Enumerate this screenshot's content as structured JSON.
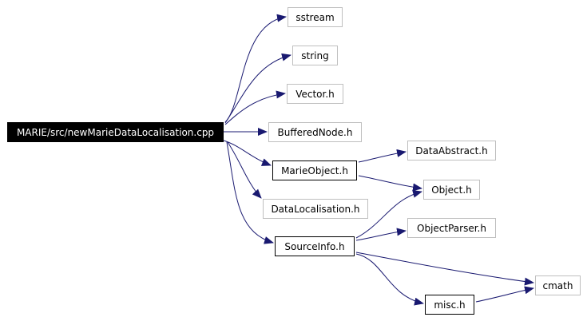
{
  "nodes": {
    "root": "MARIE/src/newMarieDataLocalisation.cpp",
    "sstream": "sstream",
    "string": "string",
    "vector_h": "Vector.h",
    "bufferednode_h": "BufferedNode.h",
    "marieobject_h": "MarieObject.h",
    "datalocalisation_h": "DataLocalisation.h",
    "sourceinfo_h": "SourceInfo.h",
    "dataabstract_h": "DataAbstract.h",
    "object_h": "Object.h",
    "objectparser_h": "ObjectParser.h",
    "misc_h": "misc.h",
    "cmath": "cmath"
  },
  "colors": {
    "edge": "#191970",
    "muted_border": "#bfbfbf",
    "root_fill": "#000000"
  }
}
